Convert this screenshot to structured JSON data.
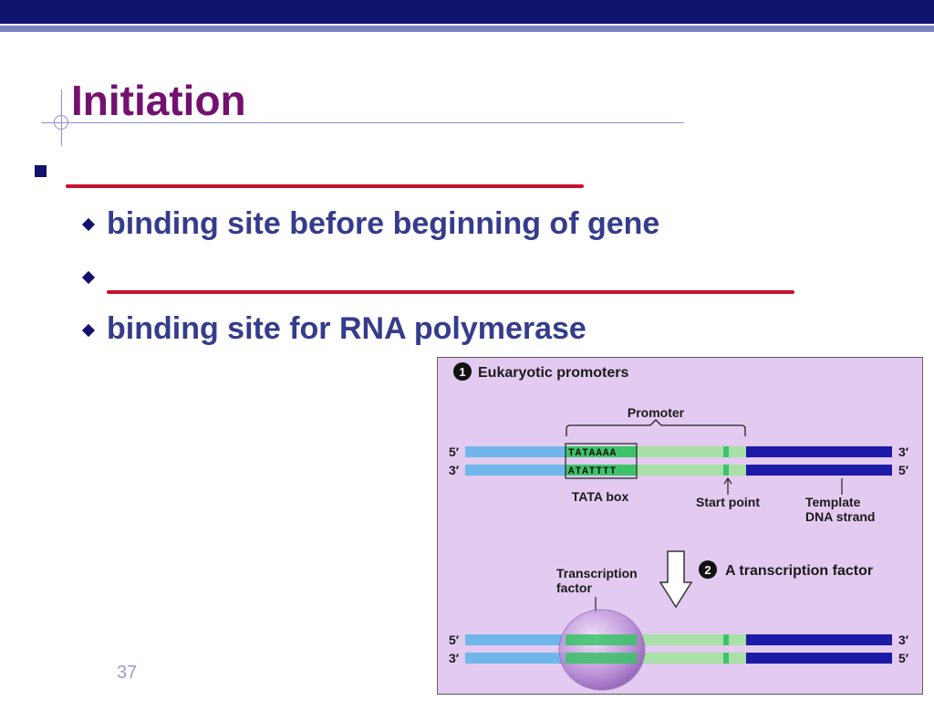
{
  "slide": {
    "title": "Initiation",
    "bullets": [
      {
        "text": "binding site before beginning of gene"
      },
      {
        "text": "binding site for RNA polymerase"
      }
    ],
    "footer_number": "37",
    "colors": {
      "title": "#74106f",
      "text": "#353c8c",
      "band": "#10126e",
      "blank": "#c8102e"
    }
  },
  "figure": {
    "step1_number": "1",
    "step1_title": "Eukaryotic promoters",
    "promoter_label": "Promoter",
    "seq_top": "TATAAAA",
    "seq_bottom": "ATATTTT",
    "five_prime": "5′",
    "three_prime": "3′",
    "tata_box_label": "TATA box",
    "start_point_label": "Start point",
    "template_label_line1": "Template",
    "template_label_line2": "DNA strand",
    "step2_number": "2",
    "step2_title": "A transcription factor",
    "tf_label_line1": "Transcription",
    "tf_label_line2": "factor"
  }
}
